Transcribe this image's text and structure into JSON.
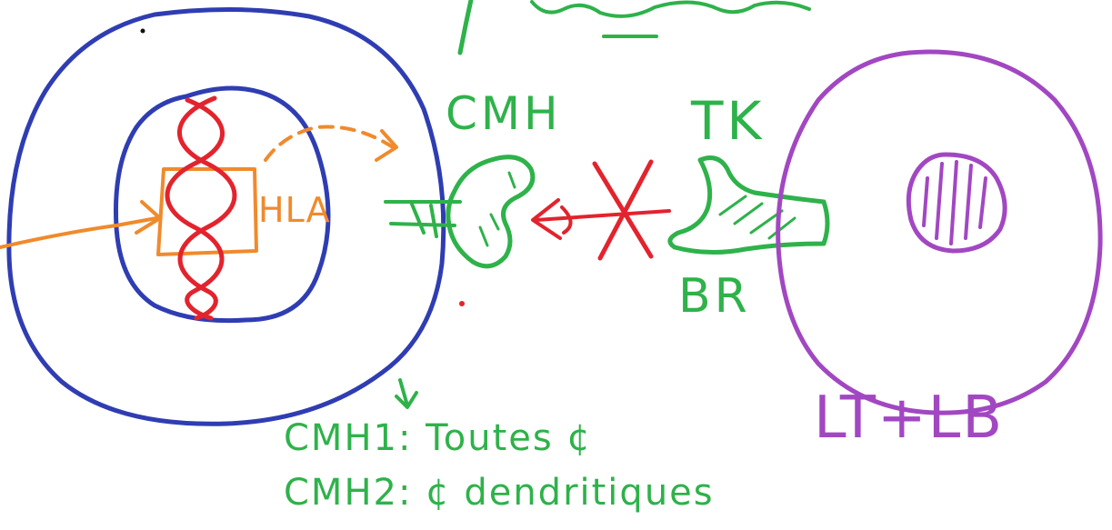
{
  "labels": {
    "cmh": "CMH",
    "tk": "TK",
    "br": "BR",
    "hla": "HLA",
    "lt_lb": "LT+LB",
    "cmh1_line": "CMH1: Toutes ¢",
    "cmh2_line": "CMH2: ¢ dendritiques"
  },
  "colors": {
    "antigen_presenting_cell": "#2f3db3",
    "dna_helix": "#e3232d",
    "hla_box": "#f08a2c",
    "receptors": "#2eb24a",
    "lymphocyte": "#a247c2"
  }
}
